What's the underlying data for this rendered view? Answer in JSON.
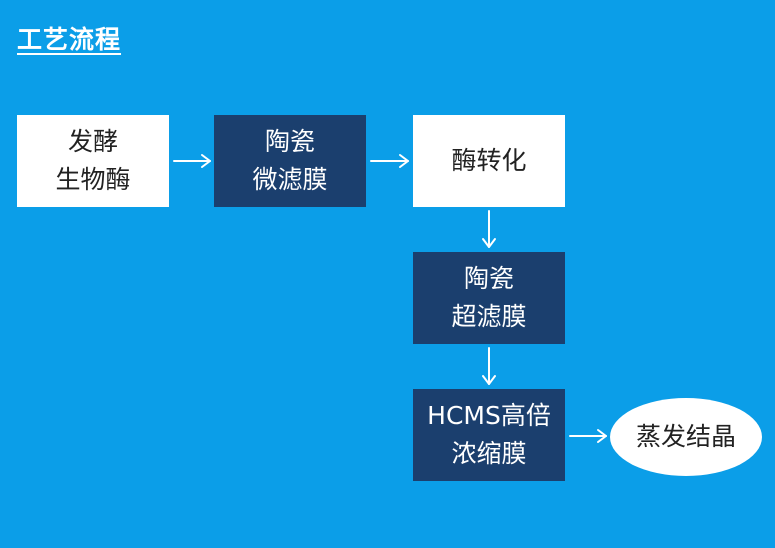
{
  "title": "工艺流程",
  "steps": [
    {
      "line1": "发酵",
      "line2": "生物酶"
    },
    {
      "line1": "陶瓷",
      "line2": "微滤膜"
    },
    {
      "line1": "酶转化"
    },
    {
      "line1": "陶瓷",
      "line2": "超滤膜"
    },
    {
      "line1": "HCMS高倍",
      "line2": "浓缩膜"
    },
    {
      "line1": "蒸发结晶"
    }
  ],
  "colors": {
    "background": "#0b9ee8",
    "dark_box": "#1b3f6e",
    "light_box": "#ffffff",
    "arrow": "#ffffff"
  }
}
